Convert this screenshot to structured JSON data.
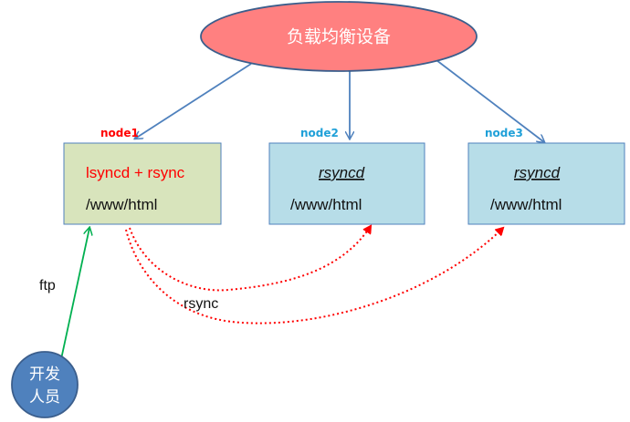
{
  "load_balancer": {
    "label": "负载均衡设备",
    "fill": "#ff8080",
    "stroke": "#3b5e8c"
  },
  "nodes": [
    {
      "id": "node1",
      "tag": "node1",
      "tag_color": "#ff0000",
      "service": "lsyncd + rsync",
      "service_color": "#ff0000",
      "path": "/www/html",
      "fill": "#d8e4bc"
    },
    {
      "id": "node2",
      "tag": "node2",
      "tag_color": "#1fa0d8",
      "service": "rsyncd",
      "path": "/www/html",
      "fill": "#b7dde8"
    },
    {
      "id": "node3",
      "tag": "node3",
      "tag_color": "#1fa0d8",
      "service": "rsyncd",
      "path": "/www/html",
      "fill": "#b7dde8"
    }
  ],
  "developer": {
    "line1": "开发",
    "line2": "人员",
    "fill": "#4f81bd"
  },
  "edges": {
    "ftp_label": "ftp",
    "ftp_color": "#00b050",
    "rsync_label": "rsync",
    "rsync_color": "#ff0000",
    "lb_arrow_color": "#4f81bd"
  }
}
